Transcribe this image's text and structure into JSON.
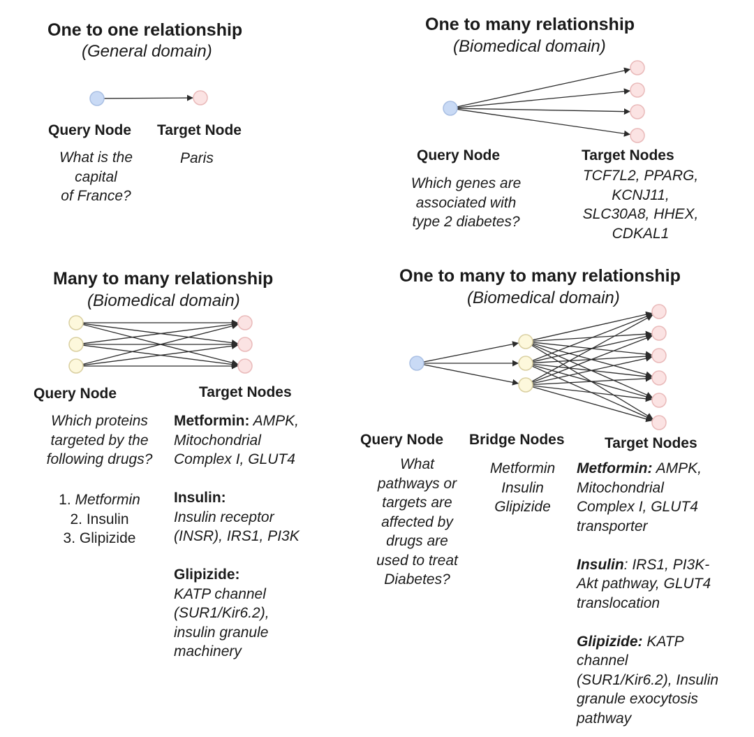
{
  "panels": {
    "one_to_one": {
      "title": "One to one relationship",
      "subtitle": "(General domain)",
      "query_label": "Query Node",
      "target_label": "Target Node",
      "query_text": [
        "What is the",
        "capital",
        "of France?"
      ],
      "target_text": "Paris"
    },
    "one_to_many": {
      "title": "One to many relationship",
      "subtitle": "(Biomedical domain)",
      "query_label": "Query Node",
      "target_label": "Target Nodes",
      "query_text": [
        "Which genes are",
        "associated with",
        "type 2 diabetes?"
      ],
      "target_text": [
        "TCF7L2, PPARG,",
        "KCNJ11,",
        "SLC30A8, HHEX,",
        "CDKAL1"
      ]
    },
    "many_to_many": {
      "title": "Many to many relationship",
      "subtitle": "(Biomedical domain)",
      "query_label": "Query Node",
      "target_label": "Target Nodes",
      "query_text": [
        "Which proteins",
        "targeted by the",
        "following drugs?"
      ],
      "drug_list": {
        "n1": "1.",
        "d1": "Metformin",
        "n2": "2.",
        "d2": "Insulin",
        "n3": "3.",
        "d3": "Glipizide"
      },
      "targets": {
        "metformin_label": "Metformin:",
        "metformin_l1": "AMPK,",
        "metformin_l2": "Mitochondrial",
        "metformin_l3": "Complex I, GLUT4",
        "insulin_label": "Insulin:",
        "insulin_l1": "Insulin receptor",
        "insulin_l2": "(INSR), IRS1, PI3K",
        "glipizide_label": "Glipizide:",
        "glipizide_l1": "KATP channel",
        "glipizide_l2": "(SUR1/Kir6.2),",
        "glipizide_l3": "insulin granule",
        "glipizide_l4": "machinery"
      }
    },
    "one_to_many_to_many": {
      "title": "One to many to many relationship",
      "subtitle": "(Biomedical domain)",
      "query_label": "Query Node",
      "bridge_label": "Bridge Nodes",
      "target_label": "Target Nodes",
      "query_text": [
        "What",
        "pathways or",
        "targets are",
        "affected by",
        "drugs are",
        "used to treat",
        "Diabetes?"
      ],
      "bridge_text": [
        "Metformin",
        "Insulin",
        "Glipizide"
      ],
      "targets": {
        "metformin_label": "Metformin:",
        "metformin_l1": "AMPK,",
        "metformin_l2": "Mitochondrial",
        "metformin_l3": "Complex I, GLUT4",
        "metformin_l4": "transporter",
        "insulin_label": "Insulin",
        "insulin_l1": ": IRS1, PI3K-",
        "insulin_l2": "Akt pathway, GLUT4",
        "insulin_l3": "translocation",
        "glipizide_label": "Glipizide:",
        "glipizide_l1": "KATP",
        "glipizide_l2": "channel",
        "glipizide_l3": "(SUR1/Kir6.2), Insulin",
        "glipizide_l4": "granule exocytosis",
        "glipizide_l5": "pathway"
      }
    }
  },
  "colors": {
    "query_node": "#c9daf5",
    "query_stroke": "#a9bfe3",
    "target_node": "#fbe3e3",
    "target_stroke": "#e9b9b9",
    "bridge_node": "#fdf8dc",
    "bridge_stroke": "#d9cfa0",
    "edge": "#2b2b2b"
  },
  "node_types": [
    "query-node",
    "target-node",
    "bridge-node"
  ]
}
